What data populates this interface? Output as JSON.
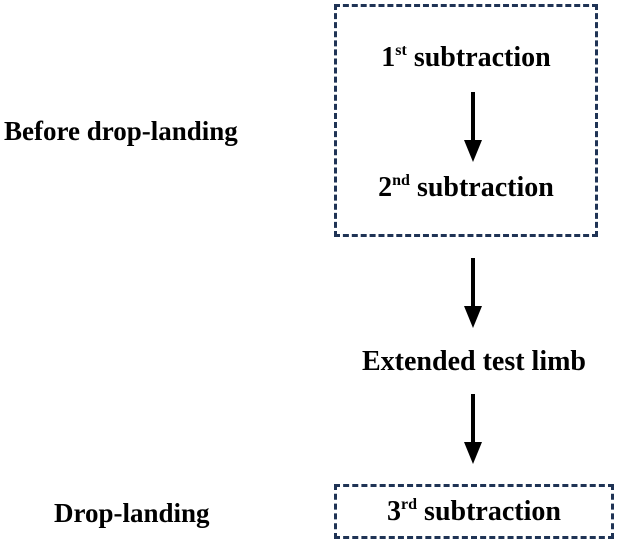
{
  "phases": {
    "before": "Before drop-landing",
    "drop": "Drop-landing"
  },
  "steps": {
    "first": {
      "num": "1",
      "sup": "st",
      "text": " subtraction"
    },
    "second": {
      "num": "2",
      "sup": "nd",
      "text": " subtraction"
    },
    "extended": {
      "text": "Extended test limb"
    },
    "third": {
      "num": "3",
      "sup": "rd",
      "text": " subtraction"
    }
  },
  "colors": {
    "box_border": "#1f3355",
    "arrow": "#000000",
    "text": "#000000"
  }
}
